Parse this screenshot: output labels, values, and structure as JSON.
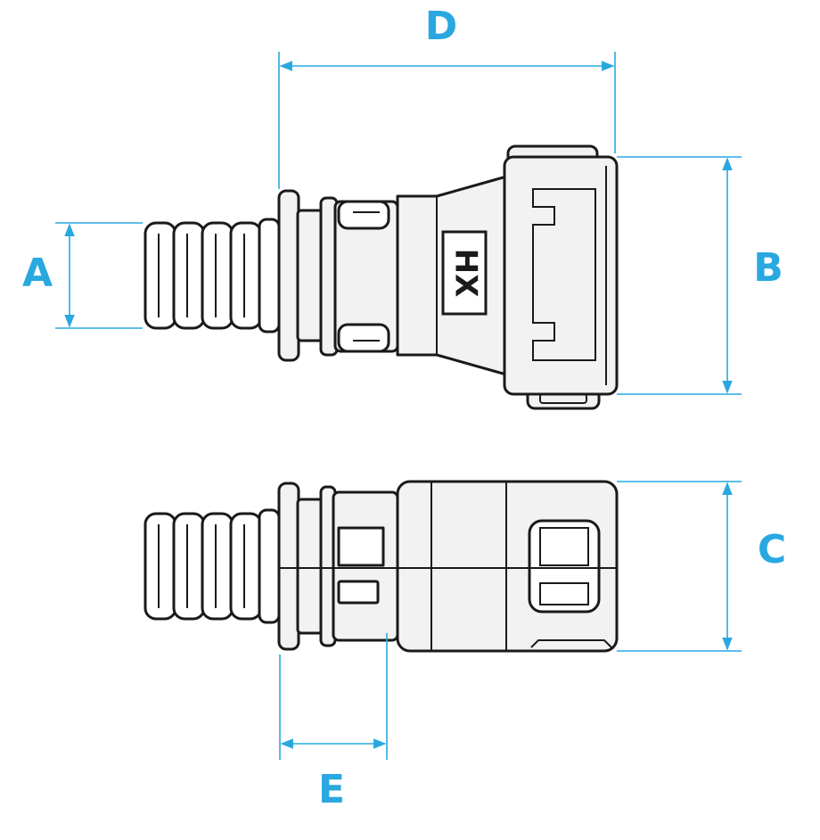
{
  "colors": {
    "dimension": "#29a8e0",
    "outline": "#1a1a1a",
    "fill": "#f2f2f2"
  },
  "dimensions": {
    "A": "A",
    "B": "B",
    "C": "C",
    "D": "D",
    "E": "E"
  },
  "logo": {
    "text": "HX"
  }
}
